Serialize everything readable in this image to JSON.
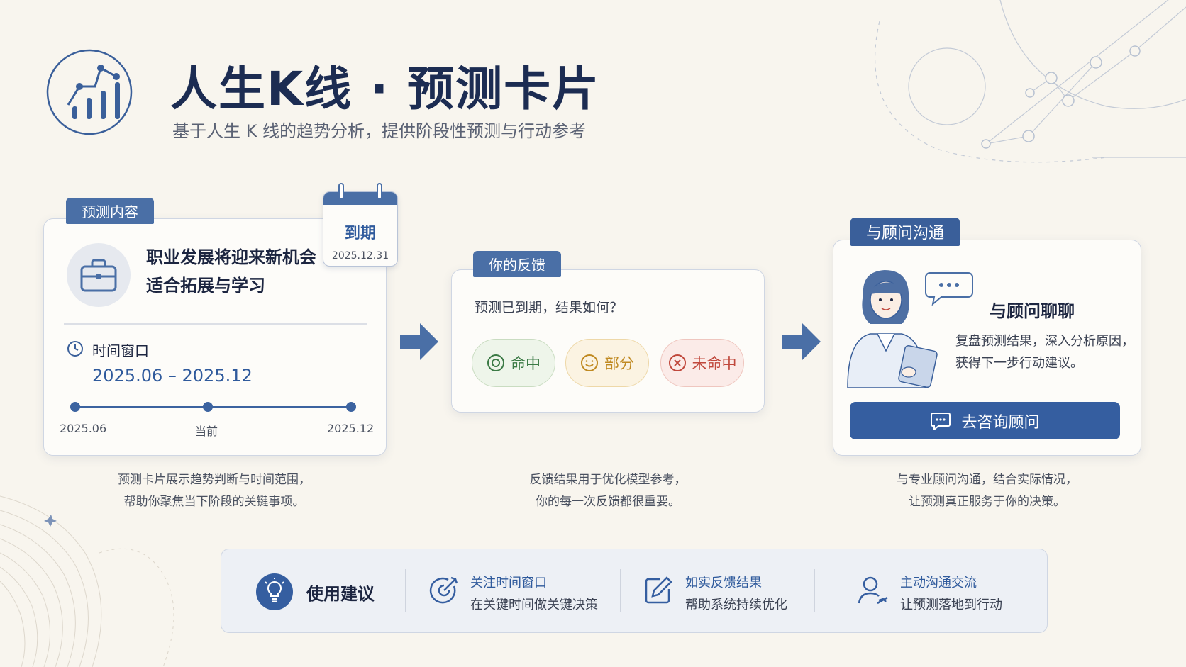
{
  "header": {
    "title": "人生K线 · 预测卡片",
    "subtitle": "基于人生 K 线的趋势分析，提供阶段性预测与行动参考"
  },
  "prediction": {
    "tag": "预测内容",
    "line1": "职业发展将迎来新机会",
    "line2": "适合拓展与学习",
    "window_label": "时间窗口",
    "window_range": "2025.06 – 2025.12",
    "timeline": {
      "start": "2025.06",
      "current": "当前",
      "end": "2025.12"
    },
    "due_label": "到期",
    "due_date": "2025.12.31",
    "caption1": "预测卡片展示趋势判断与时间范围，",
    "caption2": "帮助你聚焦当下阶段的关键事项。"
  },
  "feedback": {
    "tag": "你的反馈",
    "question": "预测已到期，结果如何？",
    "hit": "命中",
    "partial": "部分",
    "miss": "未命中",
    "caption1": "反馈结果用于优化模型参考，",
    "caption2": "你的每一次反馈都很重要。"
  },
  "advisor": {
    "tag": "与顾问沟通",
    "title": "与顾问聊聊",
    "desc1": "复盘预测结果，深入分析原因，",
    "desc2": "获得下一步行动建议。",
    "button": "去咨询顾问",
    "caption1": "与专业顾问沟通，结合实际情况，",
    "caption2": "让预测真正服务于你的决策。"
  },
  "tips": {
    "title": "使用建议",
    "items": [
      {
        "head": "关注时间窗口",
        "sub": "在关键时间做关键决策",
        "icon": "target-arrow-icon"
      },
      {
        "head": "如实反馈结果",
        "sub": "帮助系统持续优化",
        "icon": "edit-icon"
      },
      {
        "head": "主动沟通交流",
        "sub": "让预测落地到行动",
        "icon": "user-chat-icon"
      }
    ]
  },
  "colors": {
    "primary": "#355ea0",
    "hit": "#3b7a45",
    "partial": "#c08a22",
    "miss": "#c0483c",
    "background": "#f8f5ee"
  }
}
